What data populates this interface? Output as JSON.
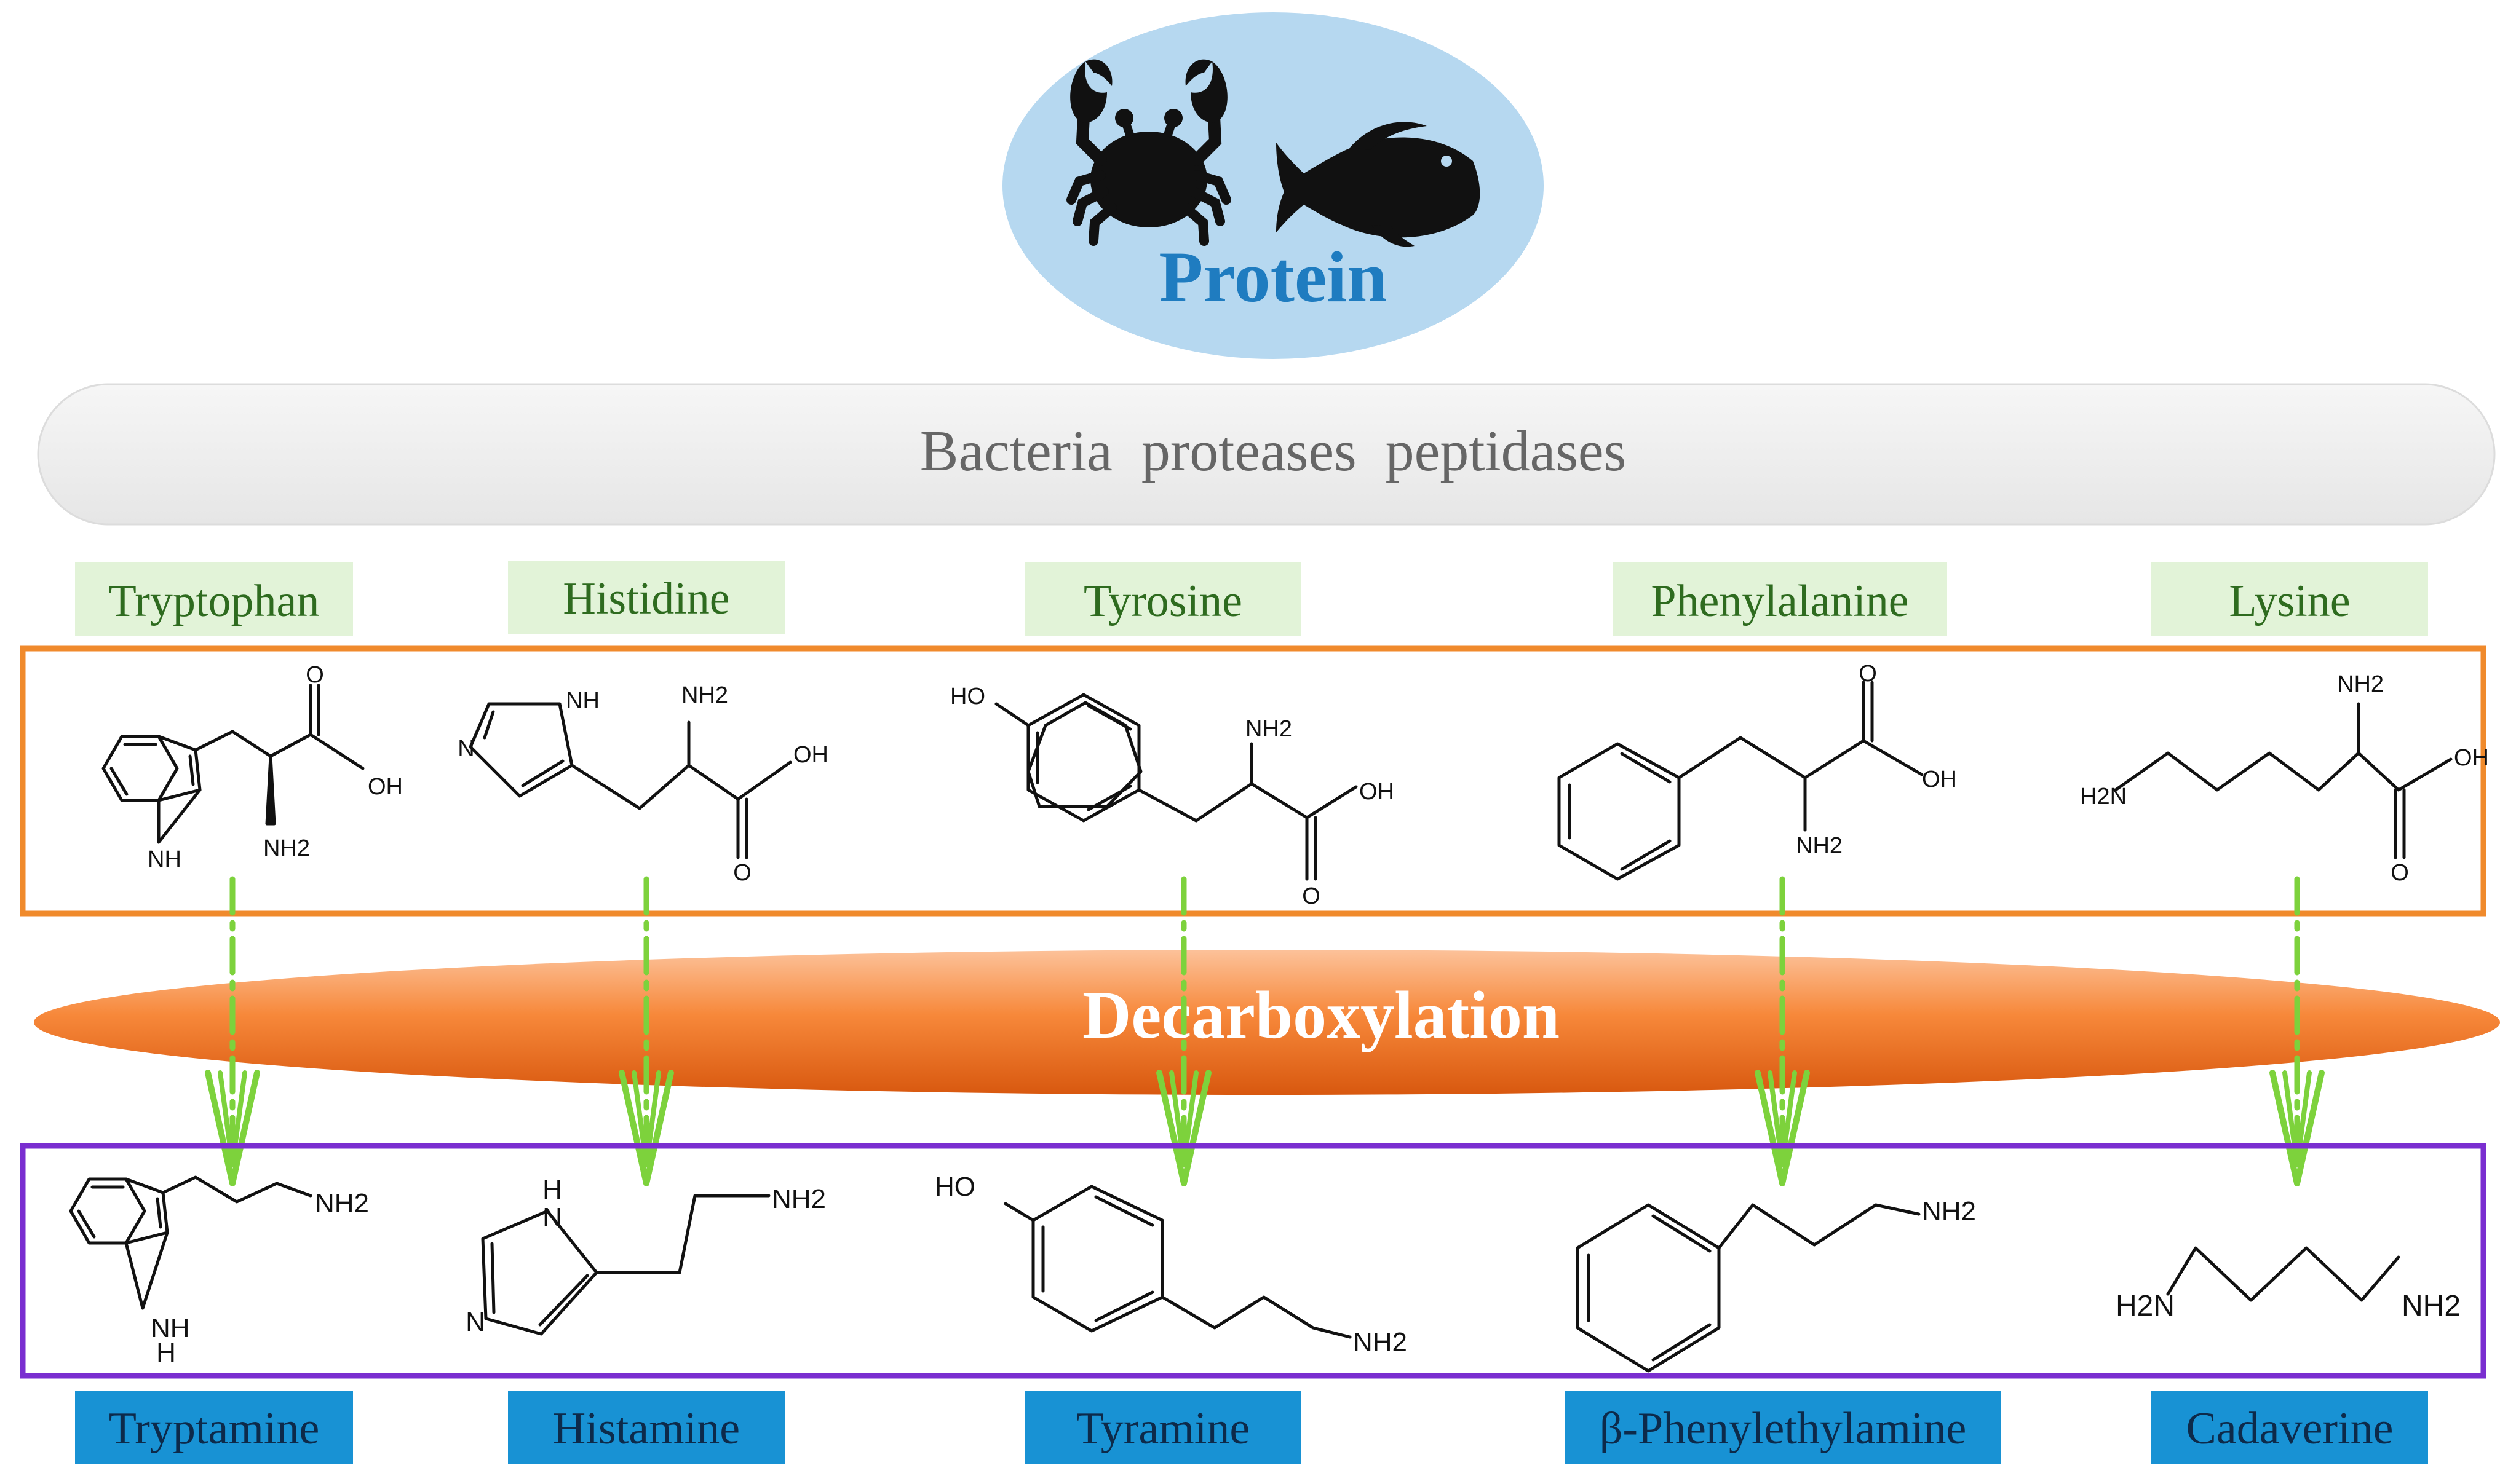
{
  "top_bubble": {
    "label": "Protein",
    "icons": [
      "crab-icon",
      "fish-icon"
    ]
  },
  "enzyme_bar": {
    "label": "Bacteria  proteases  peptidases"
  },
  "process": {
    "label": "Decarboxylation"
  },
  "amino_acids": [
    {
      "name": "Tryptophan"
    },
    {
      "name": "Histidine"
    },
    {
      "name": "Tyrosine"
    },
    {
      "name": "Phenylalanine"
    },
    {
      "name": "Lysine"
    }
  ],
  "amines": [
    {
      "name": "Tryptamine"
    },
    {
      "name": "Histamine"
    },
    {
      "name": "Tyramine"
    },
    {
      "name": "β-Phenylethylamine"
    },
    {
      "name": "Cadaverine"
    }
  ],
  "atom_labels": {
    "o": "O",
    "oh": "OH",
    "ho": "HO",
    "nh": "NH",
    "n": "N",
    "h": "H",
    "nh2": "NH2",
    "h2n": "H2N"
  },
  "colors": {
    "bubble": "#b6d8f0",
    "protein_text": "#1f7cc0",
    "label_box_green": "#e2f3d8",
    "label_text_green": "#2e6b1f",
    "label_box_blue": "#1892d4",
    "label_text_blue": "#0d2a4a",
    "amino_frame": "#f08a2c",
    "amine_frame": "#7a2ed0",
    "arrow": "#7dd23c",
    "enzyme_bar": "#eeeeee",
    "enzyme_text": "#666666"
  }
}
